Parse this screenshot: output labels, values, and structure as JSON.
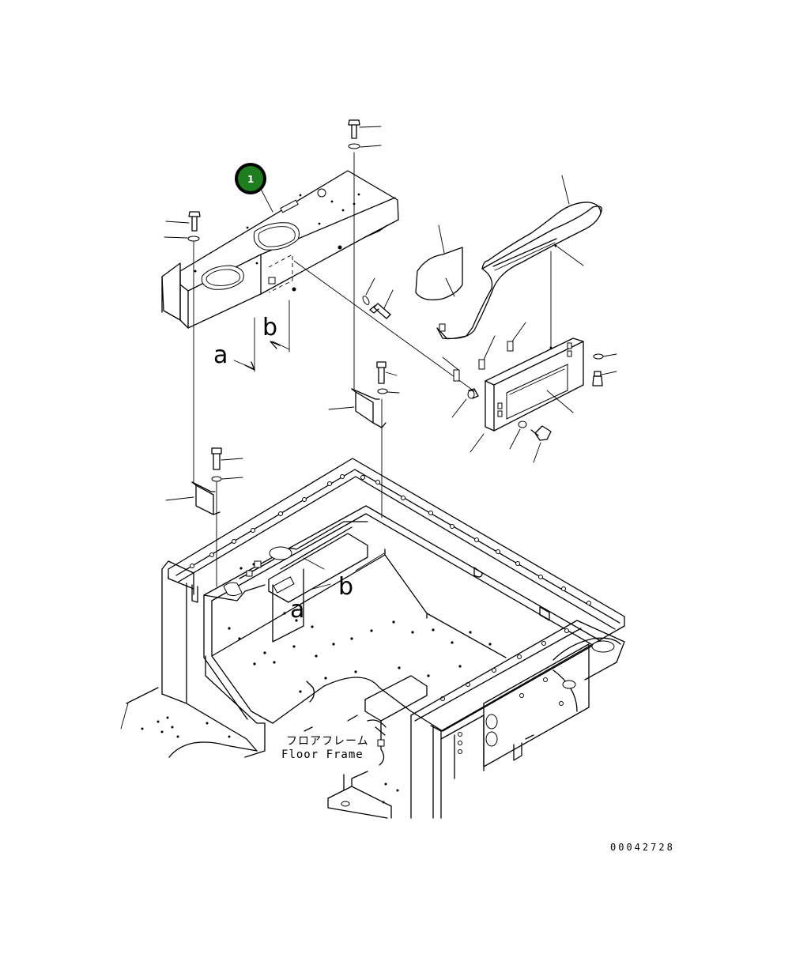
{
  "diagram": {
    "item_badge": {
      "number": "1",
      "color": "#1e7d1e"
    },
    "view_labels": {
      "a_upper": "a",
      "b_upper": "b",
      "a_lower": "a",
      "b_lower": "b"
    },
    "section_label": {
      "japanese": "フロアフレーム",
      "english": "Floor Frame"
    },
    "drawing_code": "00042728"
  }
}
